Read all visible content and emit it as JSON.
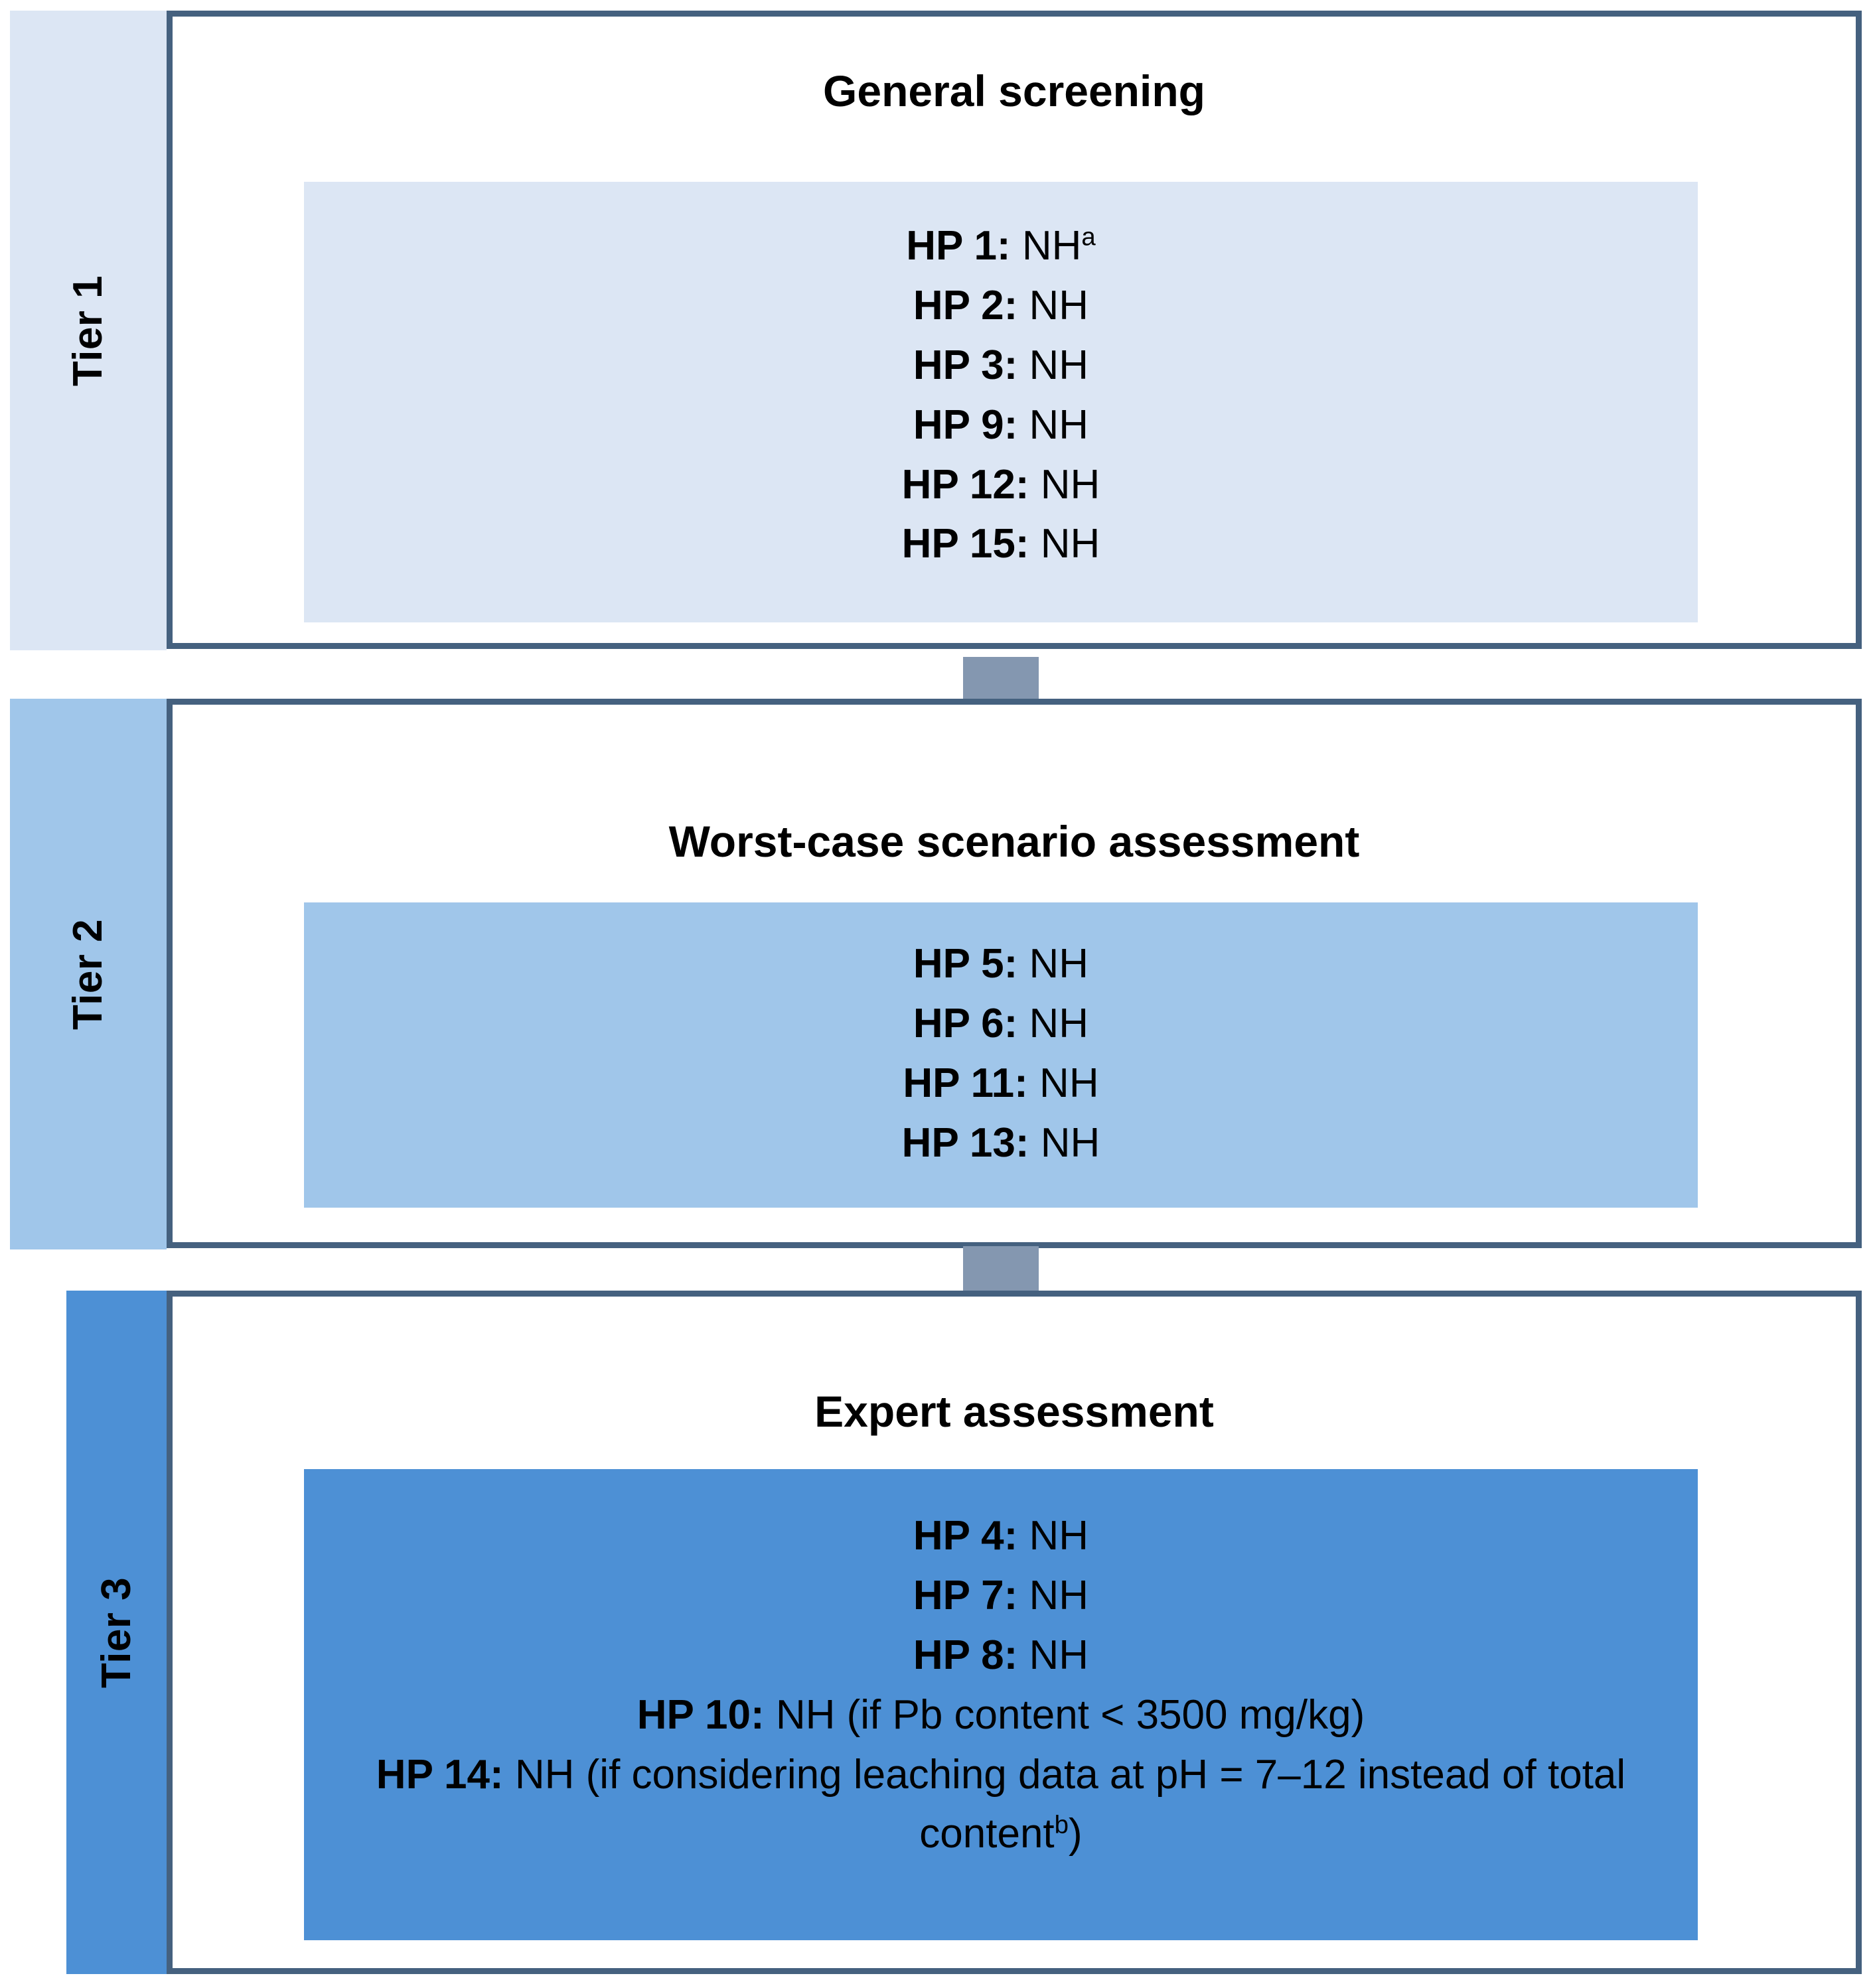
{
  "figure": {
    "title": "Tiered hazard property assessment flow",
    "colors": {
      "tier1_fill": "#dce6f4",
      "tier2_fill": "#a0c6ea",
      "tier3_fill": "#4d90d5",
      "box_border": "#45617f",
      "arrow": "#8497b0",
      "text": "#000000"
    }
  },
  "tiers": [
    {
      "label": "Tier 1",
      "title": "General screening",
      "items": [
        {
          "code": "HP 1:",
          "value": "NH",
          "footnote": "a"
        },
        {
          "code": "HP 2:",
          "value": "NH",
          "footnote": ""
        },
        {
          "code": "HP 3:",
          "value": "NH",
          "footnote": ""
        },
        {
          "code": "HP 9:",
          "value": "NH",
          "footnote": ""
        },
        {
          "code": "HP 12:",
          "value": "NH",
          "footnote": ""
        },
        {
          "code": "HP 15:",
          "value": "NH",
          "footnote": ""
        }
      ]
    },
    {
      "label": "Tier 2",
      "title": "Worst-case scenario assessment",
      "items": [
        {
          "code": "HP 5:",
          "value": "NH",
          "footnote": ""
        },
        {
          "code": "HP 6:",
          "value": "NH",
          "footnote": ""
        },
        {
          "code": "HP 11:",
          "value": "NH",
          "footnote": ""
        },
        {
          "code": "HP 13:",
          "value": "NH",
          "footnote": ""
        }
      ]
    },
    {
      "label": "Tier 3",
      "title": "Expert assessment",
      "items": [
        {
          "code": "HP 4:",
          "value": "NH",
          "footnote": ""
        },
        {
          "code": "HP 7:",
          "value": "NH",
          "footnote": ""
        },
        {
          "code": "HP 8:",
          "value": "NH",
          "footnote": ""
        },
        {
          "code": "HP 10:",
          "value": "NH (if Pb content < 3500 mg/kg)",
          "footnote": ""
        },
        {
          "code": "HP 14:",
          "value": "NH (if considering leaching data at pH = 7–12 instead of total content",
          "footnote": "b",
          "value_tail": ")"
        }
      ]
    }
  ],
  "arrows": [
    {
      "name": "arrow-tier1-to-tier2"
    },
    {
      "name": "arrow-tier2-to-tier3"
    }
  ]
}
